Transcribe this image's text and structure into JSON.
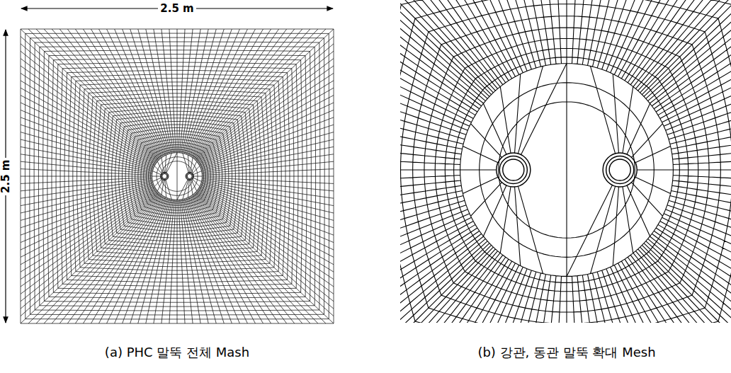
{
  "diagram": {
    "labels": [
      "2.5 m",
      "2.5 m",
      "(a) PHC 말뚝 전체 Mash",
      "(b) 강관, 동관 말뚝 확대 Mesh"
    ]
  }
}
